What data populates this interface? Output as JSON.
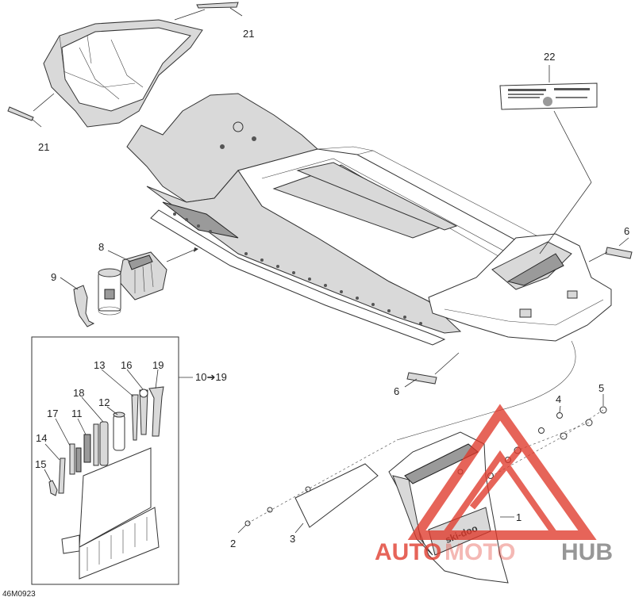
{
  "diagram": {
    "code": "46M0923",
    "callouts": {
      "c1": "1",
      "c2": "2",
      "c3": "3",
      "c4": "4",
      "c5": "5",
      "c6a": "6",
      "c6b": "6",
      "c8": "8",
      "c9": "9",
      "c10_19": "10➔19",
      "c11": "11",
      "c12": "12",
      "c13": "13",
      "c14": "14",
      "c15": "15",
      "c16": "16",
      "c17": "17",
      "c18": "18",
      "c19": "19",
      "c21a": "21",
      "c21b": "21",
      "c22": "22"
    },
    "flap_logo": "ski-doo"
  },
  "watermark": {
    "text_left": "AUTO",
    "text_mid": "MOTO",
    "text_right": "HUB",
    "color_red": "#e0392b",
    "color_gray": "#7a7a7a"
  }
}
